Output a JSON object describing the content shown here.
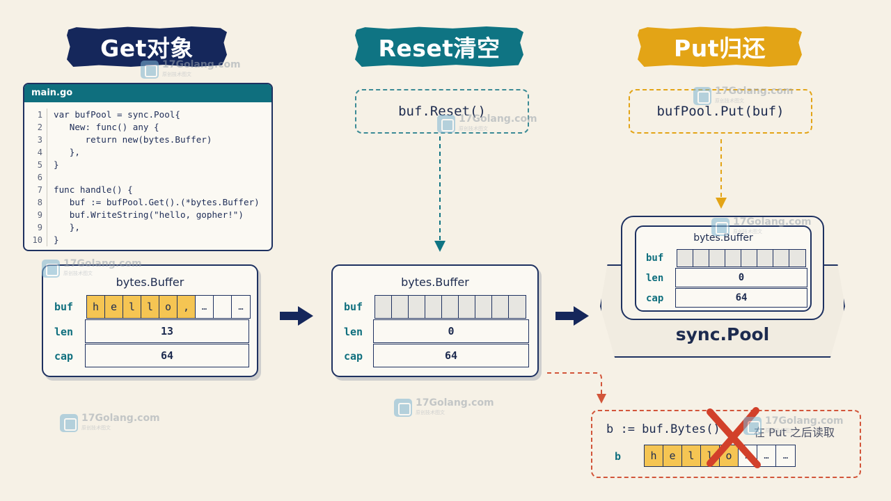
{
  "titles": {
    "get": "Get对象",
    "reset": "Reset清空",
    "put": "Put归还"
  },
  "code": {
    "filename": "main.go",
    "lines": [
      {
        "n": "1",
        "text": "var bufPool = sync.Pool{"
      },
      {
        "n": "2",
        "text": "   New: func() any {"
      },
      {
        "n": "3",
        "text": "      return new(bytes.Buffer)"
      },
      {
        "n": "4",
        "text": "   },"
      },
      {
        "n": "5",
        "text": "}"
      },
      {
        "n": "6",
        "text": ""
      },
      {
        "n": "7",
        "text": "func handle() {"
      },
      {
        "n": "8",
        "text": "   buf := bufPool.Get().(*bytes.Buffer)"
      },
      {
        "n": "9",
        "text": "   buf.WriteString(\"hello, gopher!\")"
      },
      {
        "n": "9",
        "text": "   },"
      },
      {
        "n": "10",
        "text": "}"
      }
    ]
  },
  "get_card": {
    "title": "bytes.Buffer",
    "buf_label": "buf",
    "len_label": "len",
    "cap_label": "cap",
    "cells": [
      "h",
      "e",
      "l",
      "l",
      "o",
      ",",
      "…",
      "",
      "…"
    ],
    "len_value": "13",
    "cap_value": "64"
  },
  "reset": {
    "call": "buf.Reset()",
    "card": {
      "title": "bytes.Buffer",
      "buf_label": "buf",
      "len_label": "len",
      "cap_label": "cap",
      "len_value": "0",
      "cap_value": "64"
    }
  },
  "put": {
    "call": "bufPool.Put(buf)",
    "card": {
      "title": "bytes.Buffer",
      "buf_label": "buf",
      "len_label": "len",
      "cap_label": "cap",
      "len_value": "0",
      "cap_value": "64"
    },
    "pool_label": "sync.Pool"
  },
  "warning": {
    "code": "b := buf.Bytes()",
    "note": "在 Put 之后读取",
    "b_label": "b",
    "cells": [
      "h",
      "e",
      "l",
      "l",
      "o",
      "…",
      "…",
      "…"
    ]
  },
  "watermark": {
    "text": "17Golang.com",
    "sub": "原创技术图文"
  },
  "colors": {
    "navy": "#15275b",
    "teal": "#0f7483",
    "amber": "#e3a416",
    "red": "#d2553a",
    "fill": "#f5c553"
  }
}
